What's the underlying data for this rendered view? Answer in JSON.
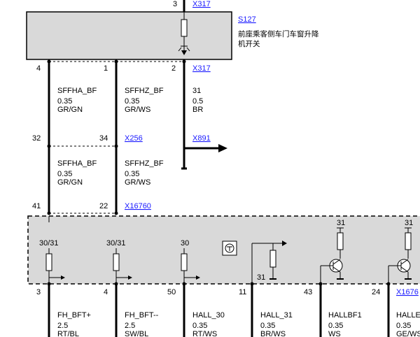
{
  "component_top": {
    "id": "S127",
    "name_line1": "前座乘客侧车门车窗升降",
    "name_line2": "机开关"
  },
  "connectors": {
    "x317_top": "X317",
    "x317_mid": "X317",
    "x256": "X256",
    "x891": "X891",
    "x16760": "X16760",
    "x1676": "X1676"
  },
  "pins_top": {
    "p3": "3",
    "p4": "4",
    "p1": "1",
    "p2": "2"
  },
  "pins_mid": {
    "p32": "32",
    "p34": "34"
  },
  "pins_low": {
    "p41": "41",
    "p22": "22"
  },
  "wires_upper": [
    {
      "name": "SFFHA_BF",
      "size": "0.35",
      "color": "GR/GN"
    },
    {
      "name": "SFFHZ_BF",
      "size": "0.35",
      "color": "GR/WS"
    },
    {
      "name": "31",
      "size": "0.5",
      "color": "BR"
    }
  ],
  "wires_mid": [
    {
      "name": "SFFHA_BF",
      "size": "0.35",
      "color": "GR/GN"
    },
    {
      "name": "SFFHZ_BF",
      "size": "0.35",
      "color": "GR/WS"
    }
  ],
  "module_labels": {
    "l1": "30/31",
    "l2": "30/31",
    "l3": "30",
    "l4": "31",
    "l5": "31",
    "l6": "31"
  },
  "pins_bottom": {
    "p3": "3",
    "p4": "4",
    "p50": "50",
    "p11": "11",
    "p43": "43",
    "p24": "24"
  },
  "wires_bottom": [
    {
      "name": "FH_BFT+",
      "size": "2.5",
      "color": "RT/BL"
    },
    {
      "name": "FH_BFT--",
      "size": "2.5",
      "color": "SW/BL"
    },
    {
      "name": "HALL_30",
      "size": "0.35",
      "color": "RT/WS"
    },
    {
      "name": "HALL_31",
      "size": "0.35",
      "color": "BR/WS"
    },
    {
      "name": "HALLBF1",
      "size": "0.35",
      "color": "WS"
    },
    {
      "name": "HALLE",
      "size": "0.35",
      "color": "GE/WS"
    }
  ],
  "colors": {
    "link": "#1a1aff",
    "box_fill": "#d9d9d9"
  }
}
